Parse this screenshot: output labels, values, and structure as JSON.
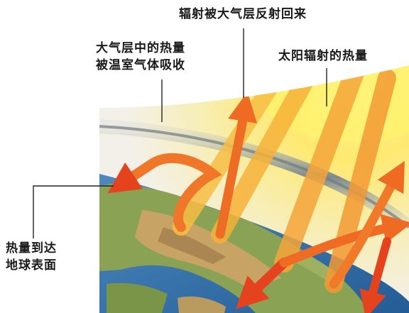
{
  "labels": {
    "reflected": "辐射被大气层反射回来",
    "absorbed": [
      "大气层中的热量",
      "被温室气体吸收"
    ],
    "solar": "太阳辐射的热量",
    "surface": [
      "热量到达",
      "地球表面"
    ]
  },
  "colors": {
    "sky_light": "#f4f1ea",
    "sun_yellow": "#fff37a",
    "sun_glow": "#ffd23a",
    "arrow_orange": "#f47a22",
    "arrow_red": "#e8461f",
    "arrow_yellow": "#f6b23a",
    "atmosphere_band": "#8e979a",
    "ocean_blue": "#2f6ea8",
    "land_green": "#7e9a4c",
    "land_tan": "#c9a56a",
    "leader_line": "#222222"
  }
}
